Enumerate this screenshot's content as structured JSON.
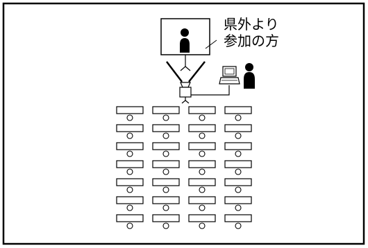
{
  "caption": {
    "line1": "県外より",
    "line2": "参加の方"
  },
  "layout_grid": {
    "desk_columns": 4,
    "desk_rows": 7
  },
  "colors": {
    "ink": "#000000",
    "paper": "#ffffff"
  },
  "icons": {
    "screen": "projection-screen-icon",
    "remote_person": "remote-participant-icon",
    "projector": "projector-icon",
    "laptop": "laptop-icon",
    "operator": "operator-person-icon",
    "desk": "desk-icon",
    "seat": "seat-circle-icon"
  }
}
